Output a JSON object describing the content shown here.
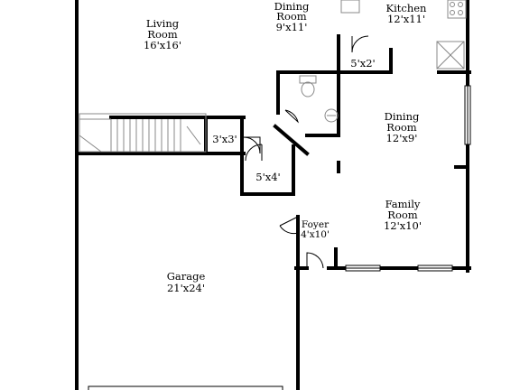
{
  "rooms": {
    "living": {
      "name1": "Living",
      "name2": "Room",
      "size": "16'x16'"
    },
    "dining_top": {
      "name1": "Dining",
      "name2": "Room",
      "size": "9'x11'"
    },
    "kitchen": {
      "name": "Kitchen",
      "size": "12'x11'"
    },
    "closet_5x2": {
      "size": "5'x2'"
    },
    "dining": {
      "name1": "Dining",
      "name2": "Room",
      "size": "12'x9'"
    },
    "closet_3x3": {
      "size": "3'x3'"
    },
    "closet_5x4": {
      "size": "5'x4'"
    },
    "foyer": {
      "name": "Foyer",
      "size": "4'x10'"
    },
    "family": {
      "name1": "Family",
      "name2": "Room",
      "size": "12'x10'"
    },
    "garage": {
      "name": "Garage",
      "size": "21'x24'"
    }
  },
  "colors": {
    "wall": "#000000",
    "background": "#ffffff",
    "fixture": "#888888"
  }
}
